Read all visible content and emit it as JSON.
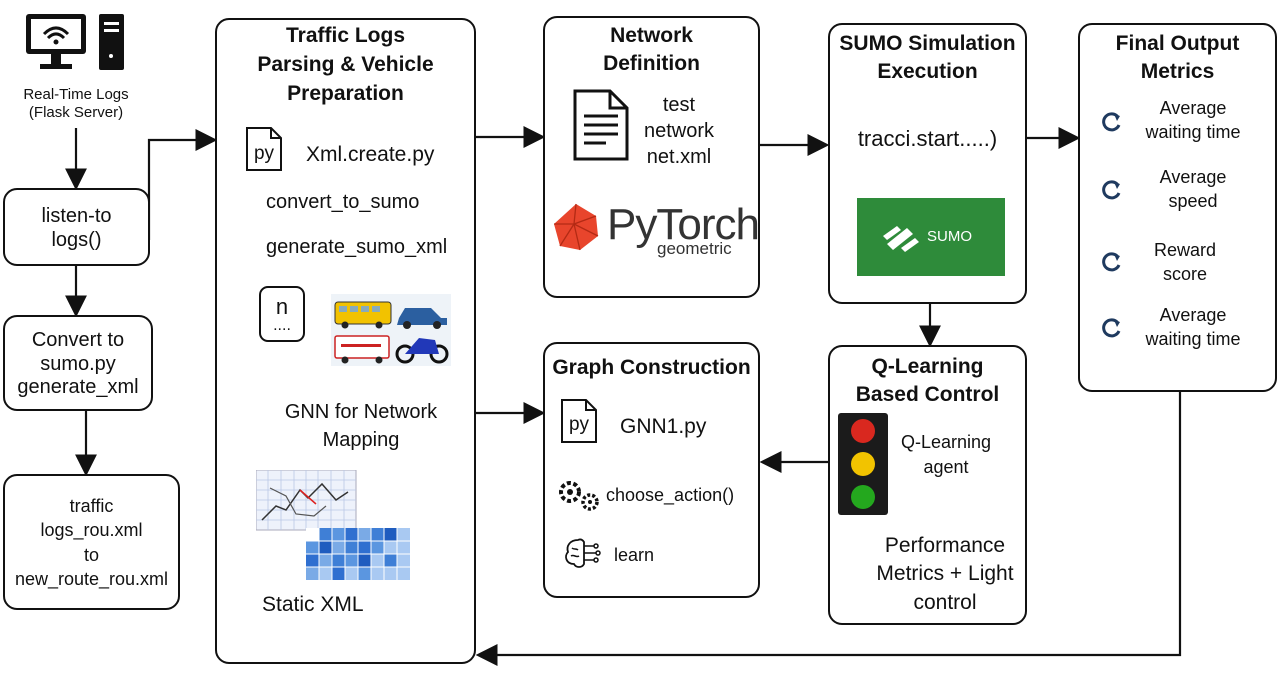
{
  "source": {
    "label_line1": "Real-Time Logs",
    "label_line2": "(Flask Server)"
  },
  "left_col": {
    "listen_line1": "listen-to",
    "listen_line2": "logs()",
    "convert_line1": "Convert to",
    "convert_line2": "sumo.py",
    "convert_line3": "generate_xml",
    "traffic_line1": "traffic",
    "traffic_line2": "logs_rou.xml",
    "traffic_line3": "to",
    "traffic_line4": "new_route_rou.xml"
  },
  "parsing": {
    "title_line1": "Traffic Logs",
    "title_line2": "Parsing & Vehicle",
    "title_line3": "Preparation",
    "py_badge": "py",
    "file": "Xml.create.py",
    "fn1": "convert_to_sumo",
    "fn2": "generate_sumo_xml",
    "n_label": "n",
    "n_dots": "....",
    "gnn_line1": "GNN for Network",
    "gnn_line2": "Mapping",
    "static": "Static XML"
  },
  "network": {
    "title_line1": "Network",
    "title_line2": "Definition",
    "file_line1": "test",
    "file_line2": "network",
    "file_line3": "net.xml",
    "logo_main": "PyTorch",
    "logo_sub": "geometric"
  },
  "sumo": {
    "title_line1": "SUMO Simulation",
    "title_line2": "Execution",
    "call": "tracci.start.....)",
    "logo_text": "SUMO"
  },
  "metrics": {
    "title_line1": "Final Output",
    "title_line2": "Metrics",
    "items": [
      {
        "line1": "Average",
        "line2": "waiting time"
      },
      {
        "line1": "Average",
        "line2": "speed"
      },
      {
        "line1": "Reward",
        "line2": "score"
      },
      {
        "line1": "Average",
        "line2": "waiting time"
      }
    ]
  },
  "graph": {
    "title": "Graph Construction",
    "py_badge": "py",
    "file": "GNN1.py",
    "action": "choose_action()",
    "learn": "learn"
  },
  "qlearn": {
    "title_line1": "Q-Learning",
    "title_line2": "Based Control",
    "agent_line1": "Q-Learning",
    "agent_line2": "agent",
    "perf_line1": "Performance",
    "perf_line2": "Metrics + Light",
    "perf_line3": "control"
  },
  "colors": {
    "sumo_green": "#2e8b3a",
    "pytorch_red": "#e8452c",
    "light_red": "#d9281f",
    "light_yellow": "#f2c300",
    "light_green": "#24a81e",
    "heat_blue": "#2f6fd0"
  }
}
